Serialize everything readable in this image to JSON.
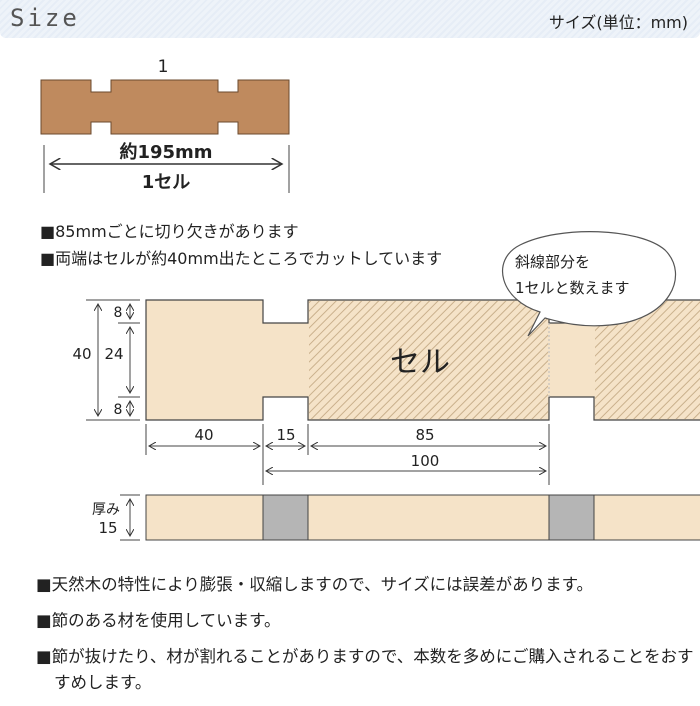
{
  "header": {
    "title": "Size",
    "unit_label": "サイズ(単位：mm)"
  },
  "single_piece": {
    "count_label": "1",
    "length_label": "約195mm",
    "cell_label": "1セル",
    "color": "#bf8a5e"
  },
  "features": [
    "■85mmごとに切り欠きがあります",
    "■両端はセルが約40mm出たところでカットしています"
  ],
  "callout": {
    "line1": "斜線部分を",
    "line2": "1セルと数えます"
  },
  "diagram": {
    "cell_label": "セル",
    "height_total": "40",
    "height_top": "8",
    "height_middle": "24",
    "height_bottom": "8",
    "width_end": "40",
    "width_notch": "15",
    "width_cell": "85",
    "pitch": "100",
    "thickness_label": "厚み",
    "thickness_value": "15",
    "wood_color": "#f5e3c8",
    "notch_color": "#b5b5b5"
  },
  "notes": [
    "■天然木の特性により膨張・収縮しますので、サイズには誤差があります。",
    "■節のある材を使用しています。",
    "■節が抜けたり、材が割れることがありますので、本数を多めにご購入されることをおすすめします。"
  ]
}
